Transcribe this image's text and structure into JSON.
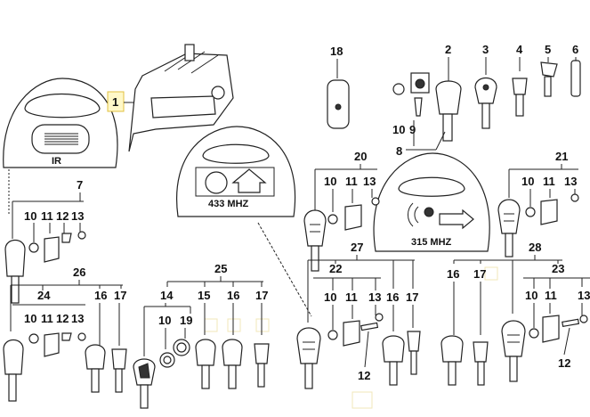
{
  "diagram": {
    "callouts": {
      "n1": "1",
      "n18": "18",
      "n2": "2",
      "n3": "3",
      "n4": "4",
      "n5": "5",
      "n6": "6",
      "n10a": "10",
      "n9": "9",
      "n8": "8",
      "n20": "20",
      "n21": "21",
      "n7": "7",
      "n26": "26",
      "n25": "25",
      "n27": "27",
      "n28": "28",
      "n22": "22",
      "n23": "23",
      "n12a": "12",
      "n12b": "12",
      "g7": [
        "10",
        "11",
        "12",
        "13"
      ],
      "g20": [
        "10",
        "11",
        "13"
      ],
      "g21": [
        "10",
        "11",
        "13"
      ],
      "g24": [
        "10",
        "11",
        "12",
        "13"
      ],
      "g26": [
        "16",
        "17"
      ],
      "g24label": "24",
      "g25": [
        "14",
        "15",
        "16",
        "17"
      ],
      "g14": [
        "10",
        "19"
      ],
      "g22": [
        "10",
        "11",
        "13"
      ],
      "g27": [
        "16",
        "17"
      ],
      "g28": [
        "16",
        "17"
      ],
      "g23": [
        "10",
        "11",
        "13"
      ]
    },
    "remote_labels": {
      "ir": "IR",
      "mhz433": "433 MHZ",
      "mhz315": "315 MHZ"
    }
  }
}
